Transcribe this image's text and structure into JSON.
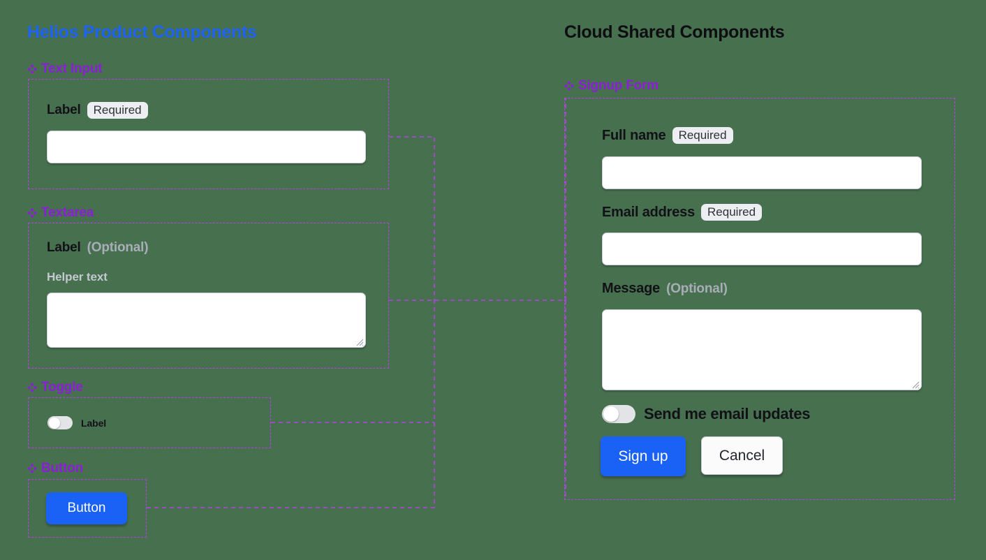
{
  "background_color": "#47704f",
  "accent": {
    "blue": "#1a62f5",
    "purple": "#8b1ed6",
    "frame_purple": "#b741e8",
    "title_blue": "#1d62f0",
    "black": "#0d0d12"
  },
  "columns": {
    "left_title": "Helios Product Components",
    "right_title": "Cloud Shared Components"
  },
  "left_groups": [
    {
      "label": "Text Input",
      "icon": "components-diamond-icon",
      "field": {
        "label": "Label",
        "badge": "Required",
        "value": "",
        "placeholder": ""
      }
    },
    {
      "label": "Textarea",
      "icon": "components-diamond-icon",
      "field": {
        "label": "Label",
        "optional": "(Optional)",
        "helper": "Helper text",
        "value": "",
        "placeholder": ""
      }
    },
    {
      "label": "Toggle",
      "icon": "components-diamond-icon",
      "field": {
        "label": "Label",
        "state": "off"
      }
    },
    {
      "label": "Button",
      "icon": "components-diamond-icon",
      "field": {
        "label": "Button"
      }
    }
  ],
  "right_group": {
    "label": "Signup Form",
    "icon": "components-diamond-icon",
    "fields": [
      {
        "label": "Full name",
        "badge": "Required",
        "value": "",
        "placeholder": "",
        "type": "text"
      },
      {
        "label": "Email address",
        "badge": "Required",
        "value": "",
        "placeholder": "",
        "type": "text"
      },
      {
        "label": "Message",
        "optional": "(Optional)",
        "value": "",
        "placeholder": "",
        "type": "textarea"
      }
    ],
    "toggle": {
      "label": "Send me email updates",
      "state": "off"
    },
    "buttons": {
      "primary": "Sign up",
      "secondary": "Cancel"
    }
  }
}
